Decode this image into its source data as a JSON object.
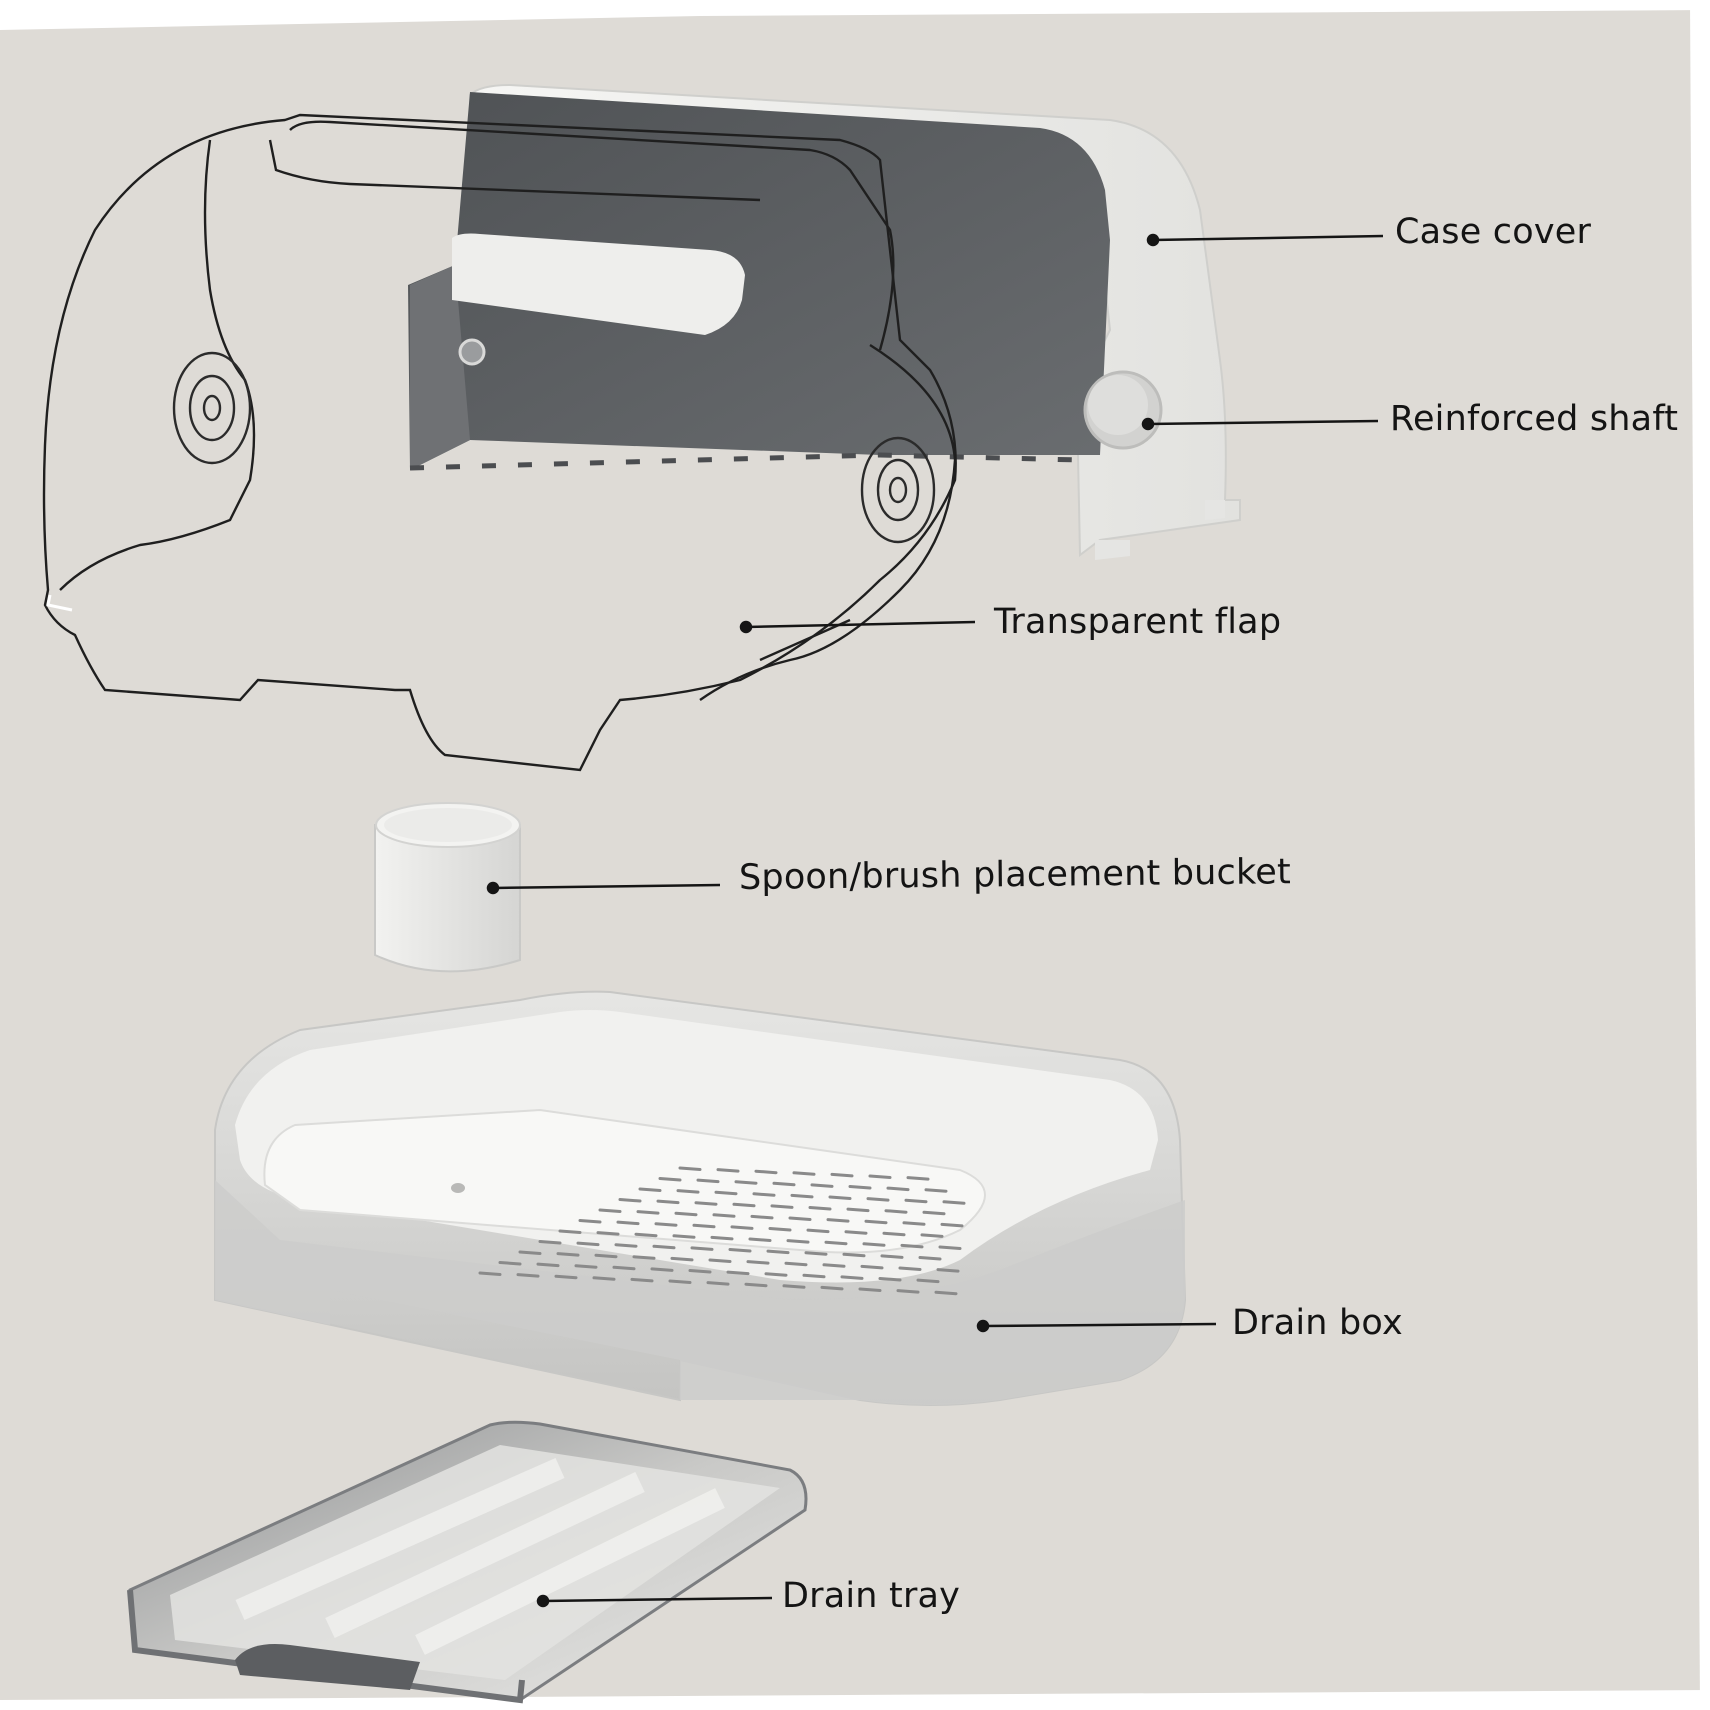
{
  "diagram": {
    "type": "exploded-product-view",
    "colors": {
      "background": "#dedbd6",
      "white_part": "#f4f4f2",
      "grey_part": "#cfcfcd",
      "dark_panel": "#595c5f",
      "leader": "#151515"
    },
    "callouts": [
      {
        "id": "case-cover",
        "label": "Case cover"
      },
      {
        "id": "reinforced-shaft",
        "label": "Reinforced shaft"
      },
      {
        "id": "transparent-flap",
        "label": "Transparent flap"
      },
      {
        "id": "spoon-bucket",
        "label": "Spoon/brush placement bucket"
      },
      {
        "id": "drain-box",
        "label": "Drain box"
      },
      {
        "id": "drain-tray",
        "label": "Drain tray"
      }
    ]
  }
}
